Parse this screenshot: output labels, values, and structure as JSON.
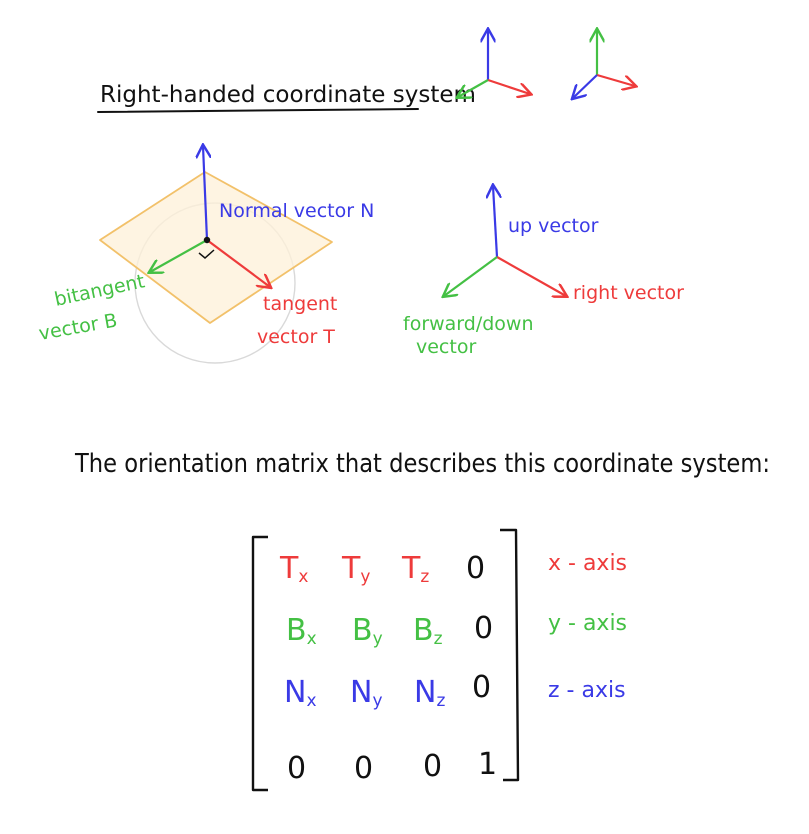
{
  "title": "Right-handed coordinate system",
  "labels": {
    "normal": "Normal vector N",
    "bitangent_1": "bitangent",
    "bitangent_2": "vector B",
    "tangent_1": "tangent",
    "tangent_2": "vector T",
    "up": "up vector",
    "right": "right vector",
    "forward_1": "forward/down",
    "forward_2": "vector"
  },
  "orientation_text": "The orientation matrix that describes this coordinate system:",
  "matrix": {
    "rows": [
      [
        {
          "b": "T",
          "s": "x"
        },
        {
          "b": "T",
          "s": "y"
        },
        {
          "b": "T",
          "s": "z"
        },
        {
          "b": "0",
          "s": ""
        }
      ],
      [
        {
          "b": "B",
          "s": "x"
        },
        {
          "b": "B",
          "s": "y"
        },
        {
          "b": "B",
          "s": "z"
        },
        {
          "b": "0",
          "s": ""
        }
      ],
      [
        {
          "b": "N",
          "s": "x"
        },
        {
          "b": "N",
          "s": "y"
        },
        {
          "b": "N",
          "s": "z"
        },
        {
          "b": "0",
          "s": ""
        }
      ],
      [
        {
          "b": "0",
          "s": ""
        },
        {
          "b": "0",
          "s": ""
        },
        {
          "b": "0",
          "s": ""
        },
        {
          "b": "1",
          "s": ""
        }
      ]
    ],
    "row_labels": [
      "x - axis",
      "y - axis",
      "z - axis",
      ""
    ]
  },
  "colors": {
    "red": "#ee3b3b",
    "green": "#44c044",
    "blue": "#3a3ae6",
    "orange": "#f2c16a",
    "plane_fill": "#fdf0d8",
    "ink": "#111111",
    "circle": "#d9d9d9"
  }
}
